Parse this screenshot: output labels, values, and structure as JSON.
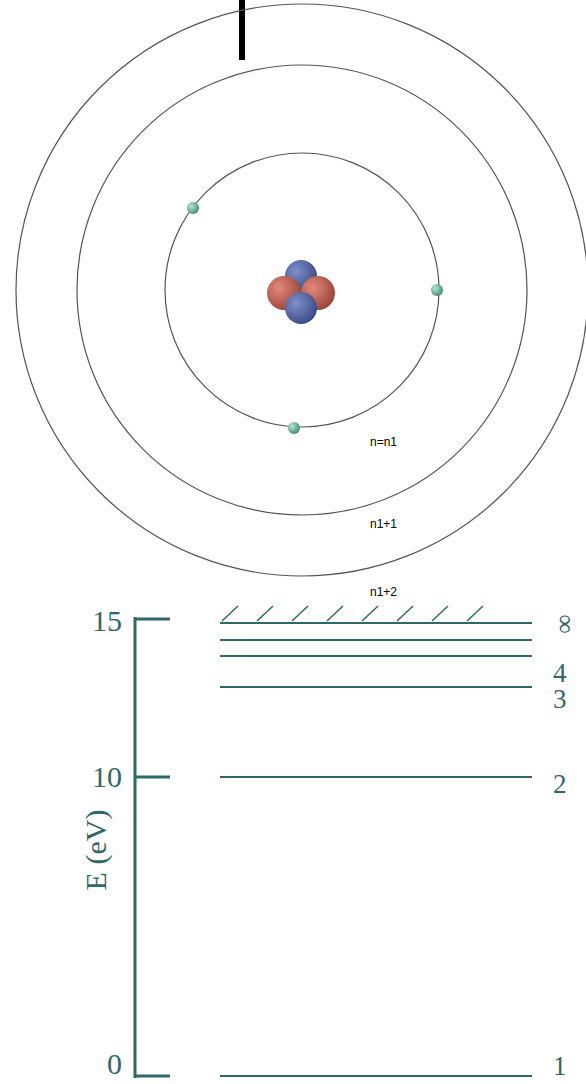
{
  "diagram": {
    "labels": [
      "n=n1",
      "n1+1",
      "n1+2",
      "15",
      "10",
      "0",
      "E (eV)",
      "1",
      "2",
      "3",
      "4",
      "∞"
    ]
  }
}
